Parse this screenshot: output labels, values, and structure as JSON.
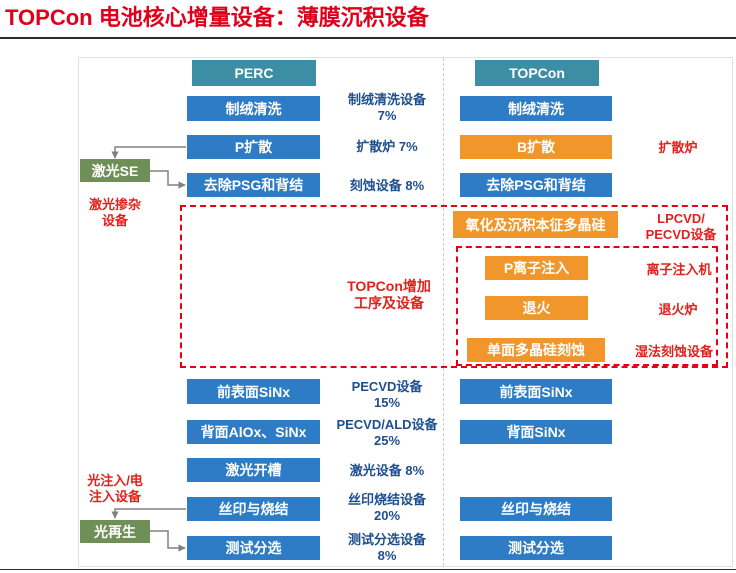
{
  "title": "TOPCon 电池核心增量设备：薄膜沉积设备",
  "colors": {
    "title_red": "#e0001b",
    "header_teal": "#3c8ea4",
    "step_blue": "#2d7cc5",
    "step_orange": "#f0962b",
    "side_green": "#6f8f58",
    "label_blue": "#1e4f8f",
    "label_red": "#e2211c",
    "dashed_red": "#e60012"
  },
  "perc": {
    "header": "PERC",
    "steps": [
      {
        "label": "制绒清洗",
        "equipment": [
          "制绒清洗设备",
          "7%"
        ]
      },
      {
        "label": "P扩散",
        "equipment": [
          "扩散炉 7%"
        ]
      },
      {
        "label": "去除PSG和背结",
        "equipment": [
          "刻蚀设备 8%"
        ]
      },
      {
        "label": "前表面SiNx",
        "equipment": [
          "PECVD设备",
          "15%"
        ]
      },
      {
        "label": "背面AlOx、SiNx",
        "equipment": [
          "PECVD/ALD设备",
          "25%"
        ]
      },
      {
        "label": "激光开槽",
        "equipment": [
          "激光设备 8%"
        ]
      },
      {
        "label": "丝印与烧结",
        "equipment": [
          "丝印烧结设备",
          "20%"
        ]
      },
      {
        "label": "测试分选",
        "equipment": [
          "测试分选设备",
          "8%"
        ]
      }
    ],
    "side_steps": [
      {
        "label": "激光SE",
        "equipment": [
          "激光掺杂",
          "设备"
        ]
      },
      {
        "label": "光再生",
        "equipment": [
          "光注入/电",
          "注入设备"
        ]
      }
    ]
  },
  "topcon": {
    "header": "TOPCon",
    "steps": [
      {
        "label": "制绒清洗"
      },
      {
        "label": "B扩散",
        "equipment": [
          "扩散炉"
        ]
      },
      {
        "label": "去除PSG和背结"
      },
      {
        "label": "前表面SiNx"
      },
      {
        "label": "背面SiNx"
      },
      {
        "label": "丝印与烧结"
      },
      {
        "label": "测试分选"
      }
    ],
    "added_group": {
      "label": [
        "TOPCon增加",
        "工序及设备"
      ],
      "steps": [
        {
          "label": "氧化及沉积本征多晶硅",
          "equipment": [
            "LPCVD/",
            "PECVD设备"
          ]
        },
        {
          "label": "P离子注入",
          "equipment": [
            "离子注入机"
          ]
        },
        {
          "label": "退火",
          "equipment": [
            "退火炉"
          ]
        },
        {
          "label": "单面多晶硅刻蚀",
          "equipment": [
            "湿法刻蚀设备"
          ]
        }
      ]
    }
  }
}
